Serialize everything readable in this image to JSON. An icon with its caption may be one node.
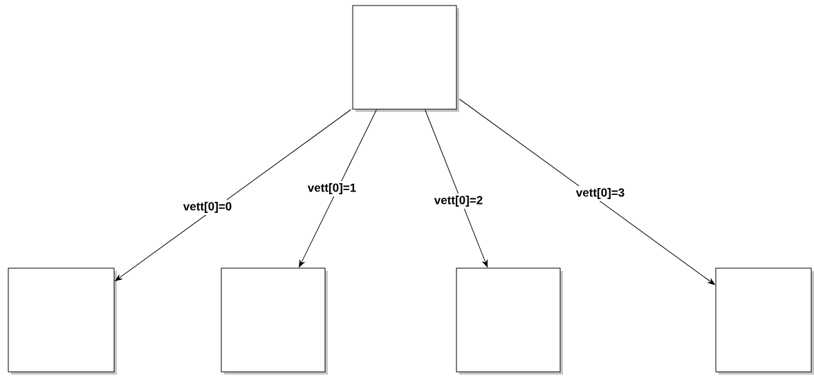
{
  "diagram": {
    "nodes": [
      {
        "text": [],
        "shape": "box"
      },
      {
        "text": [],
        "shape": "box"
      },
      {
        "text": [],
        "shape": "box"
      },
      {
        "text": [],
        "shape": "box"
      },
      {
        "text": [],
        "shape": "box"
      }
    ],
    "edges": [
      {
        "from": 0,
        "to": 1,
        "arrow": "to",
        "label": "vett[0]=0"
      },
      {
        "from": 0,
        "to": 2,
        "arrow": "to",
        "label": "vett[0]=1"
      },
      {
        "from": 0,
        "to": 3,
        "arrow": "to",
        "label": "vett[0]=2"
      },
      {
        "from": 0,
        "to": 4,
        "arrow": "to",
        "label": "vett[0]=3"
      }
    ]
  }
}
